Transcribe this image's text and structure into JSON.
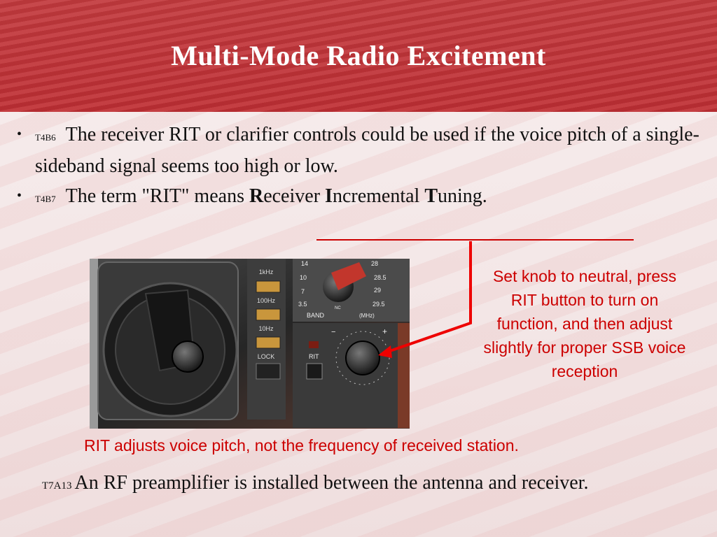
{
  "slide": {
    "title": "Multi-Mode Radio Excitement",
    "bullets": [
      {
        "code": "T4B6",
        "text": "The receiver RIT or clarifier controls could be used if the voice pitch of a single-sideband signal seems too high or low."
      },
      {
        "code": "T4B7",
        "text_before": "The term \"RIT\" means ",
        "r": "R",
        "r_rest": "eceiver ",
        "i": "I",
        "i_rest": "ncremental ",
        "t": "T",
        "t_rest": "uning."
      }
    ],
    "photo": {
      "band_label": "BAND",
      "mhz_label": "(MHz)",
      "nc_label": "NC",
      "rit_label": "RIT",
      "lock_label": "LOCK",
      "khz1": "1kHz",
      "hz100": "100Hz",
      "hz10": "10Hz",
      "freq_14": "14",
      "freq_10": "10",
      "freq_7": "7",
      "freq_35": "3.5",
      "freq_28": "28",
      "freq_285": "28.5",
      "freq_29": "29",
      "freq_295": "29.5",
      "minus": "−",
      "plus": "+"
    },
    "callout": "Set knob to neutral, press RIT button to turn on function, and then adjust slightly for proper SSB voice reception",
    "note": "RIT adjusts voice pitch, not the frequency of received station.",
    "footer": {
      "code": "T7A13",
      "text": "An RF preamplifier is installed between the antenna and receiver."
    },
    "accent": "#cc0000",
    "banner_color": "#bf2f34"
  }
}
